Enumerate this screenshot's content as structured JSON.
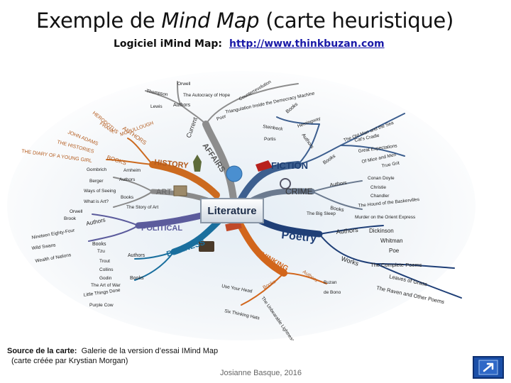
{
  "slide": {
    "title_plain": "Exemple de ",
    "title_em": "Mind Map",
    "title_rest": " (carte heuristique)",
    "subtitle_label": "Logiciel iMind Map:",
    "subtitle_link": "http://www.thinkbuzan.com",
    "source_label": "Source de la carte:",
    "source_text": "Galerie de la version d’essai IMind Map",
    "source_text2": "(carte créée par Krystian Morgan)",
    "author_footer": "Josianne Basque, 2016",
    "nav_icon": "return-arrow-icon"
  },
  "mindmap": {
    "center": "Literature",
    "branches": [
      {
        "key": "affairs",
        "label": "AFFAIRS",
        "color": "#8a8a8a"
      },
      {
        "key": "fiction",
        "label": "FICTION",
        "color": "#3d5f8f"
      },
      {
        "key": "crime",
        "label": "CRIME",
        "color": "#6b7a8f"
      },
      {
        "key": "poetry",
        "label": "Poetry",
        "color": "#1f3f77"
      },
      {
        "key": "thinking",
        "label": "THINKING",
        "color": "#d2661c"
      },
      {
        "key": "business",
        "label": "BUSINESS",
        "color": "#1a6f9e"
      },
      {
        "key": "political",
        "label": "POLITICAL",
        "color": "#5b5b9c"
      },
      {
        "key": "art",
        "label": "ART",
        "color": "#777777"
      },
      {
        "key": "history",
        "label": "HISTORY",
        "color": "#cc6a1f"
      }
    ],
    "labels": {
      "current": "Current",
      "authors_top": "Authors",
      "lewis": "Lewis",
      "thompson": "Thompson",
      "orwell": "Orwell",
      "autocracy": "The Autocracy of Hope",
      "counterrevolution": "Counterrevolution",
      "poor": "Poor",
      "triangulation": "Triangulation Inside the Democracy Machine",
      "books_top": "Books",
      "hemingway": "Hemingway",
      "steinbeck": "Steinbeck",
      "portis": "Portis",
      "authors_fiction": "Authors",
      "books_fiction": "Books",
      "old_man": "The Old Man and the Sea",
      "cats_cradle": "Cat's Cradle",
      "great_expect": "Great Expectations",
      "of_mice": "Of Mice and Men",
      "true_grit": "True Grit",
      "authors_crime": "Authors",
      "conan_doyle": "Conan Doyle",
      "christie": "Christie",
      "chandler": "Chandler",
      "books_crime": "Books",
      "hound": "The Hound of the Baskervilles",
      "big_sleep": "The Big Sleep",
      "murder": "Murder on the Orient Express",
      "authors_poetry": "Authors",
      "dickinson": "Dickinson",
      "whitman": "Whitman",
      "poe": "Poe",
      "works": "Works",
      "complete_poems": "The Complete Poems",
      "leaves": "Leaves of Grass",
      "raven": "The Raven and Other Poems",
      "authors_thinking": "Authors",
      "buzan": "Buzan",
      "debono": "de Bono",
      "books_thinking": "Books",
      "your_head": "Use Your Head",
      "six_hats": "Six Thinking Hats",
      "lightness": "The Unbearable Lightness of Being",
      "authors_business": "Authors",
      "books_business": "Books",
      "sun_tzu": "Tzu",
      "trout": "Trout",
      "collins": "Collins",
      "godin": "Godin",
      "art_of_war": "The Art of War",
      "big_things": "Little Things Done",
      "purple_cow": "Purple Cow",
      "authors_political": "Authors",
      "books_political": "Books",
      "orwell_pol": "Orwell",
      "brook": "Brook",
      "nineteen": "Nineteen Eighty-Four",
      "wild_swans": "Wild Swans",
      "wealth": "Wealth of Nations",
      "authors_art": "Authors",
      "books_art": "Books",
      "gombrich": "Gombrich",
      "berger": "Berger",
      "arnheim": "Arnheim",
      "ways_seeing": "Ways of Seeing",
      "art_story": "The Story of Art",
      "what_is_art": "What is Art?",
      "authors_history": "AUTHORS",
      "books_history": "BOOKS",
      "herodotus": "HERODOTUS",
      "mccullough": "MCCULLOUGH",
      "frank": "FRANK",
      "john_adams": "JOHN ADAMS",
      "histories": "THE HISTORIES",
      "diary": "THE DIARY OF A YOUNG GIRL"
    }
  }
}
